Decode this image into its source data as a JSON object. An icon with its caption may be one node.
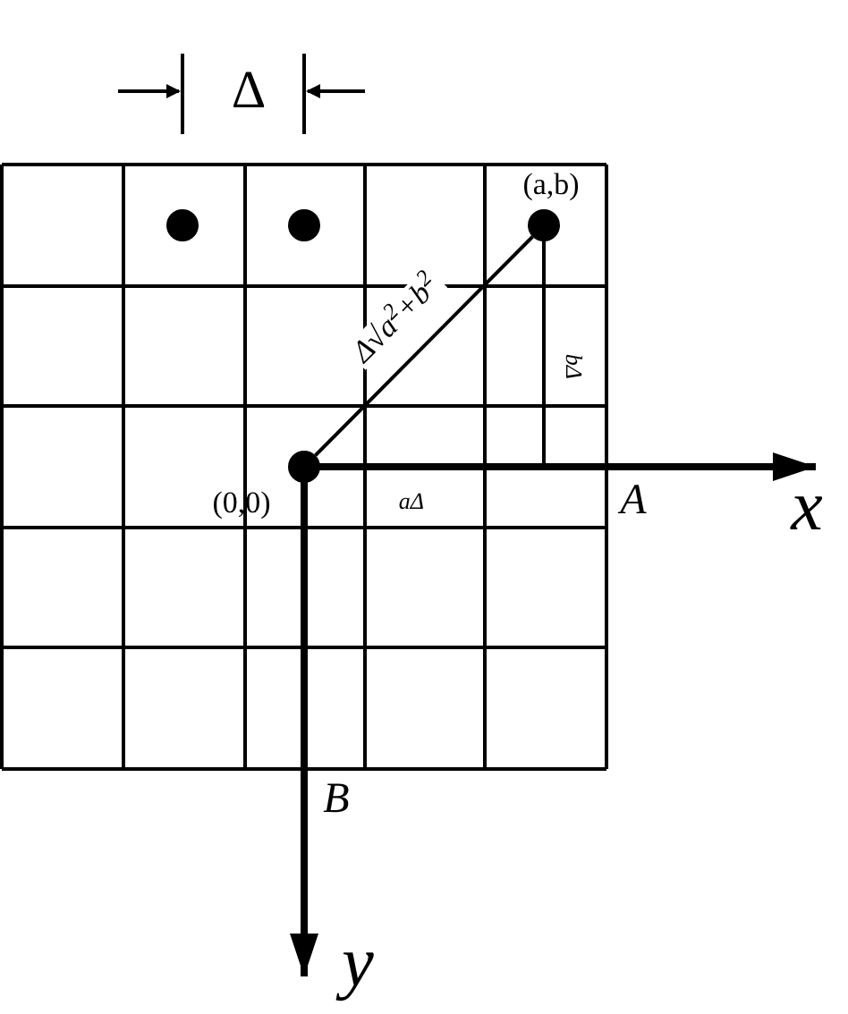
{
  "diagram": {
    "nodes": [
      {
        "text": [],
        "shape": "circle"
      },
      {
        "text": [],
        "shape": "circle"
      },
      {
        "text": [],
        "shape": "circle",
        "beside": [
          "(a,b)"
        ]
      },
      {
        "text": [],
        "shape": "circle",
        "beside": [
          "(0,0)"
        ]
      }
    ],
    "edges": [
      {
        "from": 3,
        "to": 2,
        "arrow": "none",
        "label": "Δ√a$^{2}$+b$^{2}$"
      }
    ],
    "labels": [
      "Δ",
      "bΔ",
      "aΔ",
      "A",
      "x",
      "B",
      "y"
    ]
  }
}
